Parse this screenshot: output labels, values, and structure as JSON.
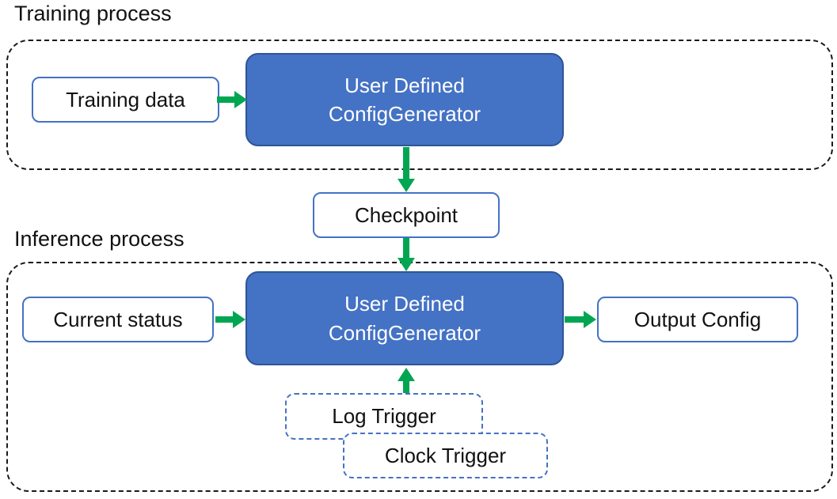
{
  "colors": {
    "generator_fill": "#4472C4",
    "generator_border": "#2F5597",
    "box_outline_blue": "#4472C4",
    "arrow_green": "#00A651",
    "dashed_container_black": "#1A1A1A",
    "text_dark": "#111111",
    "text_white": "#FFFFFF"
  },
  "training": {
    "section_label": "Training process",
    "input_box": "Training data",
    "generator_line1": "User Defined",
    "generator_line2": "ConfigGenerator"
  },
  "checkpoint": {
    "label": "Checkpoint"
  },
  "inference": {
    "section_label": "Inference process",
    "input_box": "Current status",
    "generator_line1": "User Defined",
    "generator_line2": "ConfigGenerator",
    "output_box": "Output Config",
    "log_trigger": "Log Trigger",
    "clock_trigger": "Clock Trigger"
  }
}
